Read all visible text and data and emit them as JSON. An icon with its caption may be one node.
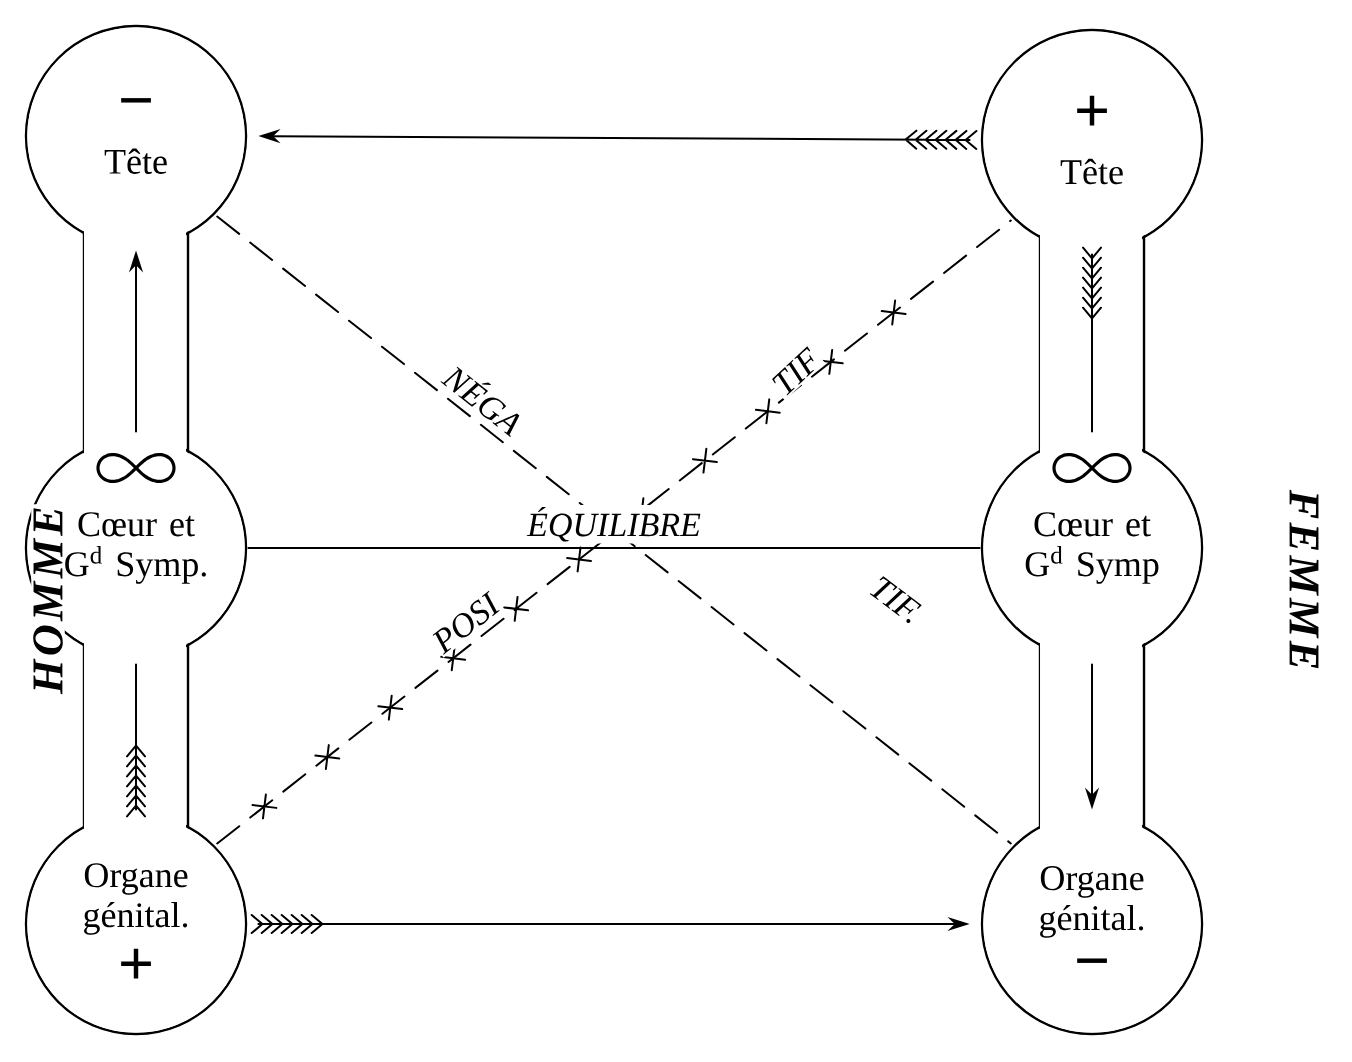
{
  "diagram": {
    "nodes": [
      {
        "text": [
          "−",
          "Tête"
        ]
      },
      {
        "text": [
          "Cœur et G$^{d}$ Symp."
        ]
      },
      {
        "text": [
          "Organe génital.",
          "+"
        ]
      },
      {
        "text": [
          "+",
          "Tête"
        ]
      },
      {
        "text": [
          "Cœur et G$^{d}$ Symp"
        ]
      },
      {
        "text": [
          "Organe génital.",
          "−"
        ]
      }
    ],
    "edges": [
      {
        "from": 3,
        "to": 0,
        "arrow": "to"
      },
      {
        "from": 1,
        "to": 0,
        "arrow": "to"
      },
      {
        "from": 2,
        "to": 1,
        "arrow": "other"
      },
      {
        "from": 3,
        "to": 4,
        "arrow": "other"
      },
      {
        "from": 4,
        "to": 5,
        "arrow": "to"
      },
      {
        "from": 2,
        "to": 5,
        "arrow": "to"
      },
      {
        "from": 1,
        "to": 4,
        "arrow": "none",
        "label": "ÉQUILIBRE"
      },
      {
        "from": 0,
        "to": 5,
        "arrow": "none",
        "style": "dashed",
        "label": "NÉGA"
      },
      {
        "from": 2,
        "to": 3,
        "arrow": "none",
        "style": "dashed",
        "label": "POSI"
      }
    ],
    "labels": [
      "HOMME",
      "TIF",
      "TIF.",
      "FEMME"
    ]
  }
}
